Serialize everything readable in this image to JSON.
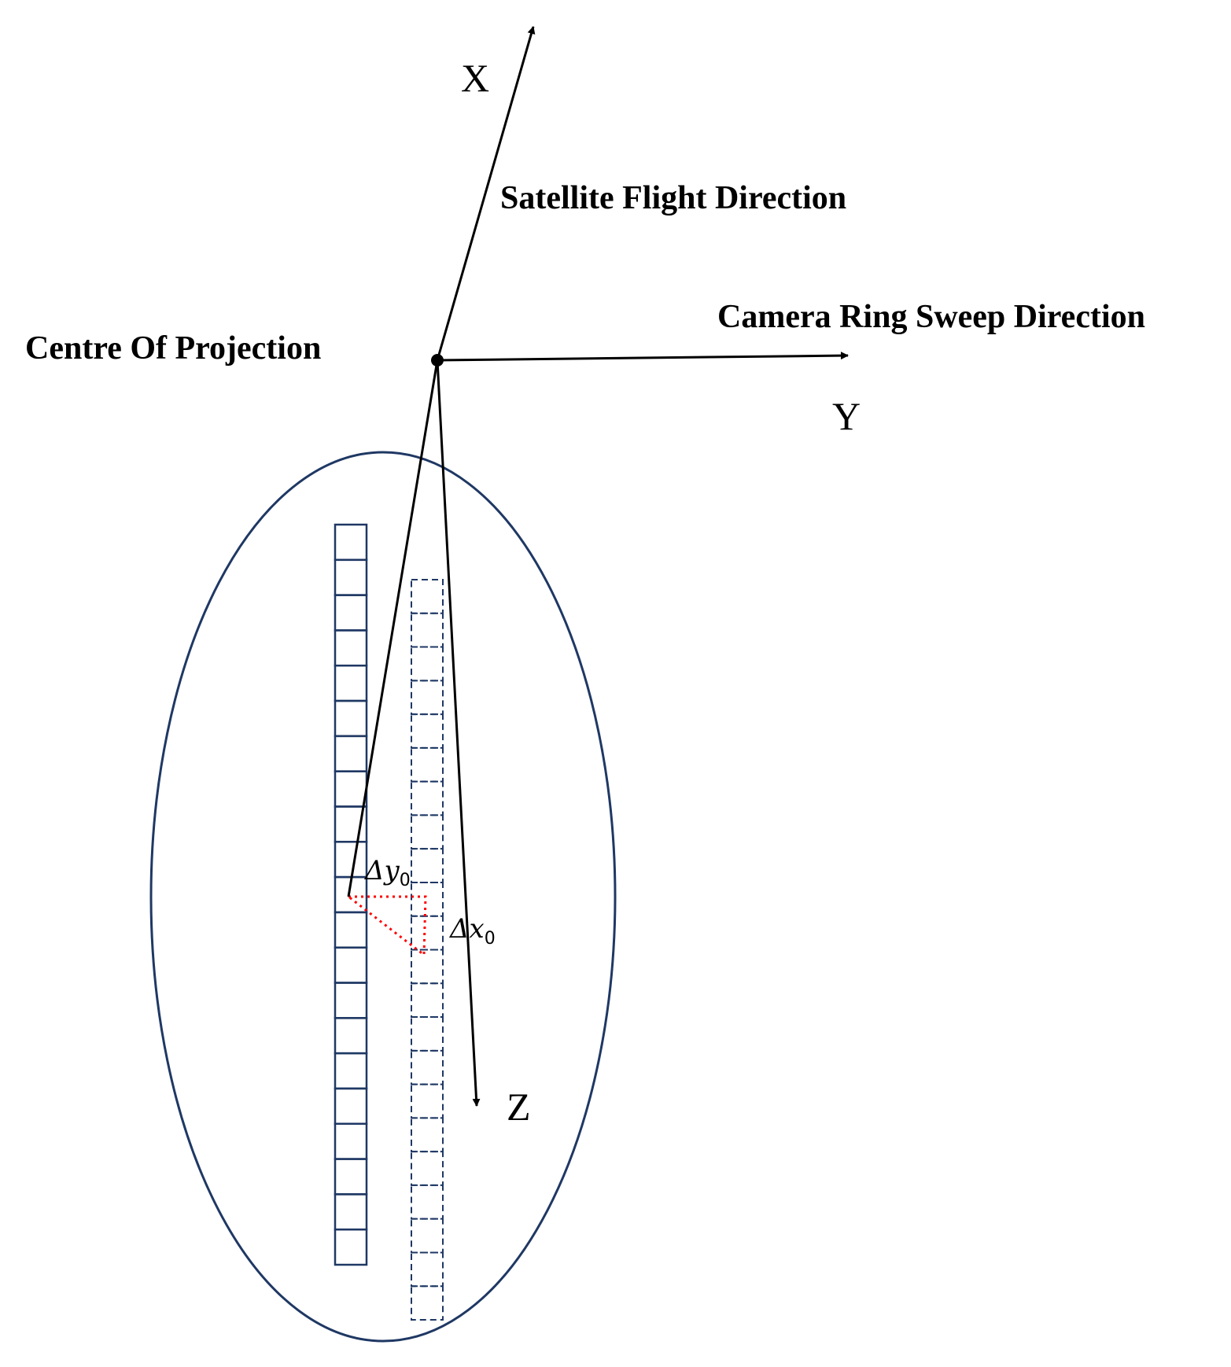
{
  "labels": {
    "satellite_flight_direction": "Satellite Flight Direction",
    "camera_ring_sweep_direction": "Camera Ring Sweep Direction",
    "centre_of_projection": "Centre Of Projection",
    "axis_x": "X",
    "axis_y": "Y",
    "axis_z": "Z",
    "delta_y0_base": "Δy",
    "delta_y0_sub": "0",
    "delta_x0_base": "Δx",
    "delta_x0_sub": "0"
  },
  "colors": {
    "axes": "#000000",
    "ellipse": "#1f3864",
    "sensor_array": "#1f3864",
    "offset_triangle": "#ff0000"
  },
  "sensor_arrays": {
    "solid_cells": 21,
    "dashed_cells": 22
  }
}
